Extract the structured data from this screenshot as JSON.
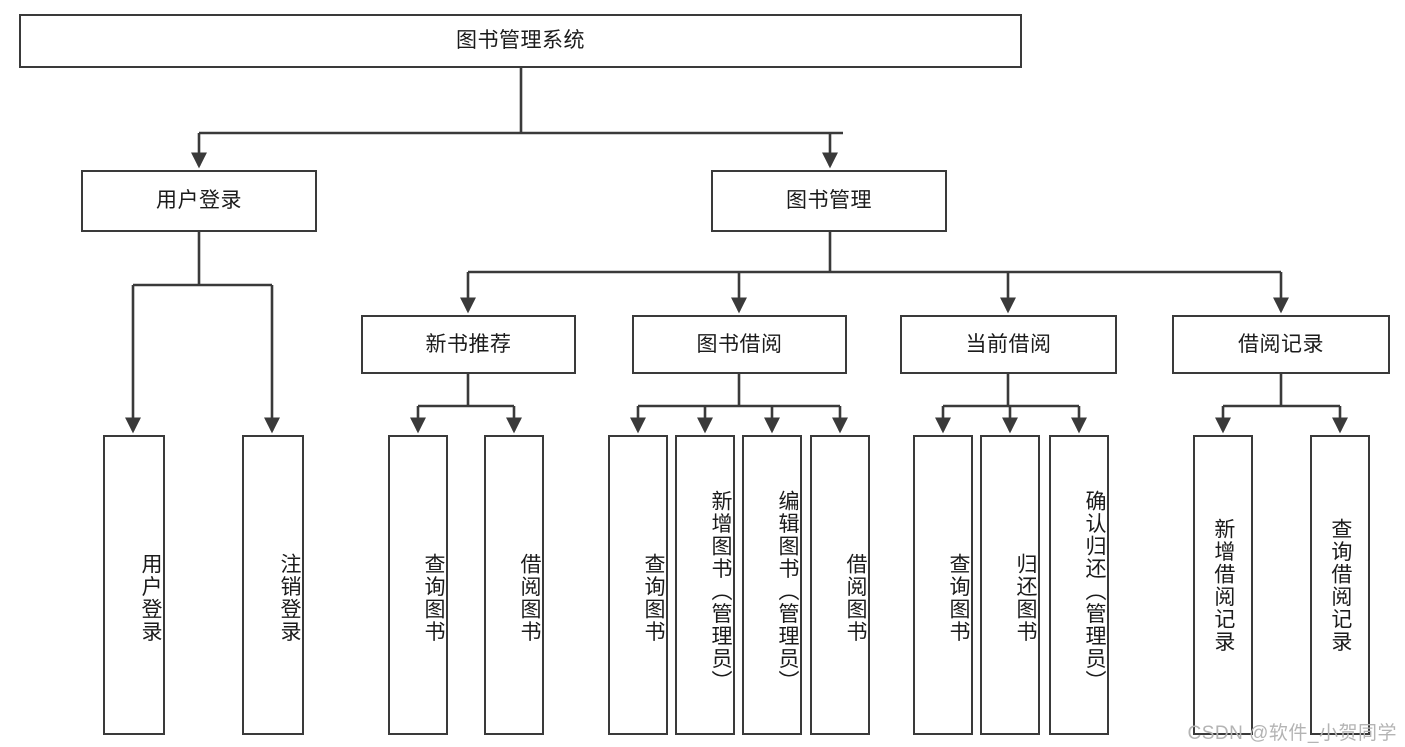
{
  "diagram": {
    "title": "图书管理系统",
    "type": "功能结构图",
    "root": {
      "id": "root",
      "label": "图书管理系统"
    },
    "level2": [
      {
        "id": "user-login",
        "label": "用户登录"
      },
      {
        "id": "book-management",
        "label": "图书管理"
      }
    ],
    "level3": [
      {
        "id": "new-book-recommend",
        "label": "新书推荐",
        "parent": "book-management"
      },
      {
        "id": "book-borrow",
        "label": "图书借阅",
        "parent": "book-management"
      },
      {
        "id": "current-borrow",
        "label": "当前借阅",
        "parent": "book-management"
      },
      {
        "id": "borrow-record",
        "label": "借阅记录",
        "parent": "book-management"
      }
    ],
    "leaves": [
      {
        "id": "leaf-user-login",
        "label": "用户登录",
        "parent": "user-login"
      },
      {
        "id": "leaf-user-logout",
        "label": "注销登录",
        "parent": "user-login"
      },
      {
        "id": "leaf-query-book-1",
        "label": "查询图书",
        "parent": "new-book-recommend"
      },
      {
        "id": "leaf-borrow-book-1",
        "label": "借阅图书",
        "parent": "new-book-recommend"
      },
      {
        "id": "leaf-query-book-2",
        "label": "查询图书",
        "parent": "book-borrow"
      },
      {
        "id": "leaf-add-book",
        "label": "新增图书（管理员）",
        "parent": "book-borrow"
      },
      {
        "id": "leaf-edit-book",
        "label": "编辑图书（管理员）",
        "parent": "book-borrow"
      },
      {
        "id": "leaf-borrow-book-2",
        "label": "借阅图书",
        "parent": "book-borrow"
      },
      {
        "id": "leaf-query-book-3",
        "label": "查询图书",
        "parent": "current-borrow"
      },
      {
        "id": "leaf-return-book",
        "label": "归还图书",
        "parent": "current-borrow"
      },
      {
        "id": "leaf-confirm-return",
        "label": "确认归还（管理员）",
        "parent": "current-borrow"
      },
      {
        "id": "leaf-add-record",
        "label": "新增借阅记录",
        "parent": "borrow-record"
      },
      {
        "id": "leaf-query-record",
        "label": "查询借阅记录",
        "parent": "borrow-record"
      }
    ]
  },
  "watermark": {
    "text": "CSDN @软件_小贺同学"
  },
  "colors": {
    "stroke": "#3a3a3a",
    "text": "#1b1b1b",
    "background": "#ffffff",
    "watermark": "#b4b4b4"
  }
}
